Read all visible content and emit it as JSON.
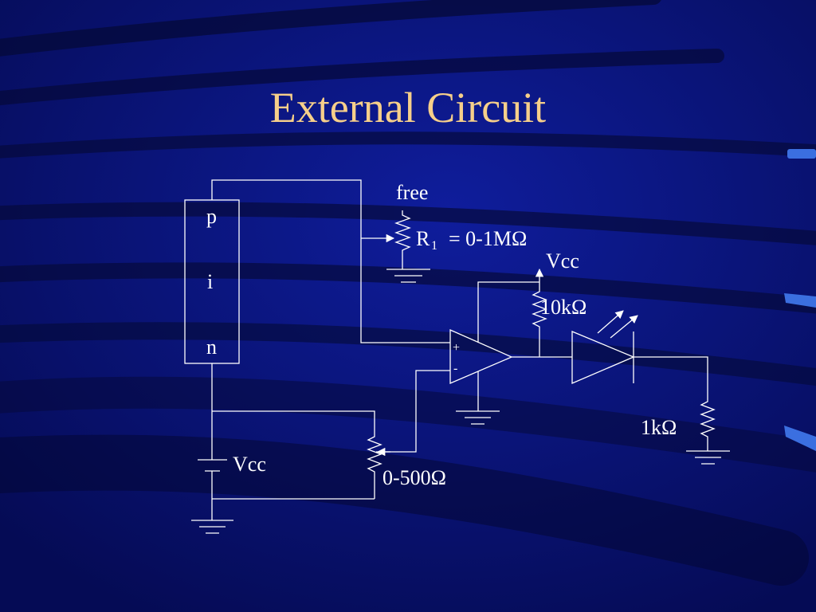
{
  "slide": {
    "title": "External Circuit"
  },
  "circuit": {
    "pin_layers": [
      "p",
      "i",
      "n"
    ],
    "labels": {
      "free": "free",
      "r1_symbol": "R",
      "r1_subscript": "1",
      "r1_value": "= 0-1MΩ",
      "vcc_top": "Vcc",
      "resistor_10k": "10kΩ",
      "opamp_plus": "+",
      "opamp_minus": "-",
      "resistor_1k": "1kΩ",
      "vcc_battery": "Vcc",
      "pot_500": "0-500Ω"
    }
  },
  "colors": {
    "background": "#0a1378",
    "title": "#f6cf8a",
    "line": "#ffffff",
    "text": "#ffffff",
    "accent": "#3b6fe0"
  }
}
